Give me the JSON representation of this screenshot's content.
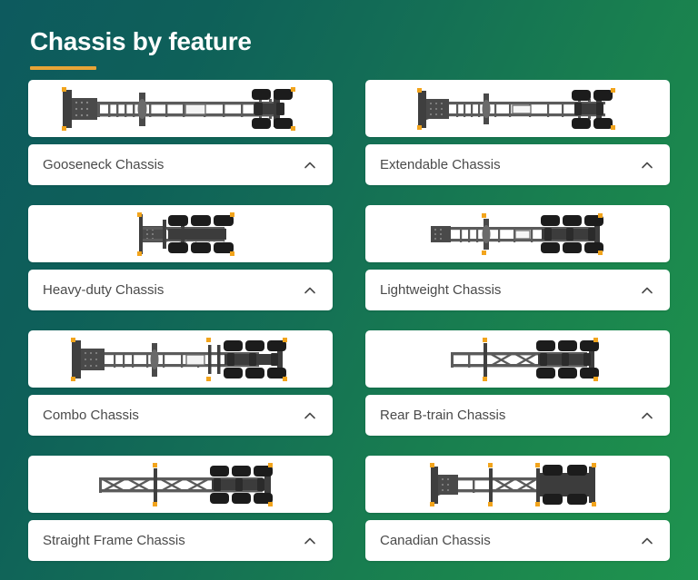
{
  "header": {
    "title": "Chassis by feature",
    "accent_color": "#e7a437"
  },
  "theme": {
    "background_gradient_from": "#0d5a5e",
    "background_gradient_to": "#1f9350",
    "card_background": "#ffffff",
    "label_text_color": "#4a4a4a",
    "chassis_frame_color": "#5b5b5b",
    "chassis_dark_color": "#3c3c3c",
    "chassis_tire_color": "#1c1c1c",
    "chassis_marker_color": "#f2a41c"
  },
  "columns": [
    {
      "items": [
        {
          "label": "Gooseneck Chassis",
          "toggle_icon": "chevron-up-icon",
          "diagram": "gooseneck-chassis-diagram"
        },
        {
          "label": "Heavy-duty Chassis",
          "toggle_icon": "chevron-up-icon",
          "diagram": "heavy-duty-chassis-diagram"
        },
        {
          "label": "Combo Chassis",
          "toggle_icon": "chevron-up-icon",
          "diagram": "combo-chassis-diagram"
        },
        {
          "label": "Straight Frame Chassis",
          "toggle_icon": "chevron-up-icon",
          "diagram": "straight-frame-chassis-diagram"
        }
      ]
    },
    {
      "items": [
        {
          "label": "Extendable Chassis",
          "toggle_icon": "chevron-up-icon",
          "diagram": "extendable-chassis-diagram"
        },
        {
          "label": "Lightweight Chassis",
          "toggle_icon": "chevron-up-icon",
          "diagram": "lightweight-chassis-diagram"
        },
        {
          "label": "Rear B-train Chassis",
          "toggle_icon": "chevron-up-icon",
          "diagram": "rear-b-train-chassis-diagram"
        },
        {
          "label": "Canadian Chassis",
          "toggle_icon": "chevron-up-icon",
          "diagram": "canadian-chassis-diagram"
        }
      ]
    }
  ]
}
